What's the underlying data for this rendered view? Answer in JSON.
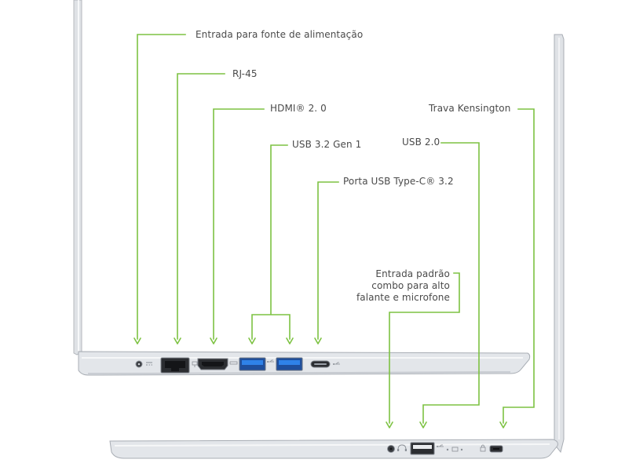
{
  "colors": {
    "accent_line": "#7dc242",
    "laptop_body": "#d8dbe0",
    "laptop_edge": "#9ea3aa",
    "port_blue": "#1e6fd8",
    "label_text": "#4a4a4a"
  },
  "labels": {
    "power": "Entrada para fonte de alimentação",
    "rj45": "RJ-45",
    "hdmi": "HDMI® 2. 0",
    "usb32": "USB  3.2 Gen 1",
    "usbc": "Porta USB Type-C® 3.2",
    "kensington": "Trava Kensington",
    "usb20": "USB 2.0",
    "audio": "Entrada padrão\ncombo para alto\nfalante e microfone"
  },
  "icons": {
    "dc_power": "dc-power-icon",
    "ethernet": "ethernet-icon",
    "hdmi": "hdmi-icon",
    "usb": "usb-icon",
    "headset": "headset-icon",
    "lock": "lock-icon"
  }
}
